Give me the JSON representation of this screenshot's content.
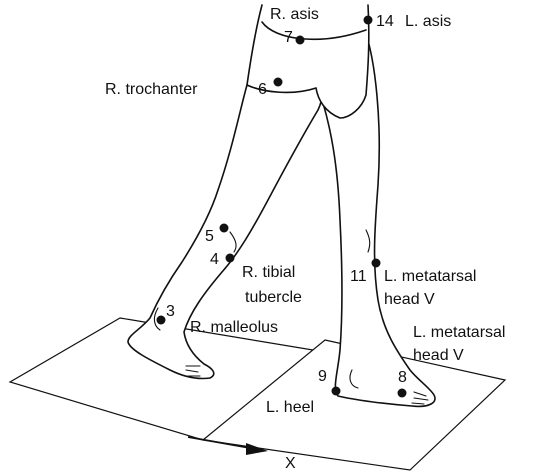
{
  "labels": {
    "r_asis": "R. asis",
    "l_asis": "L. asis",
    "r_trochanter": "R. trochanter",
    "r_tibial_tubercle_1": "R. tibial",
    "r_tibial_tubercle_2": "tubercle",
    "r_malleolus": "R. malleolus",
    "l_metatarsal_1_line1": "L. metatarsal",
    "l_metatarsal_1_line2": "head V",
    "l_metatarsal_2_line1": "L. metatarsal",
    "l_metatarsal_2_line2": "head V",
    "l_heel": "L. heel",
    "axis_x": "X"
  },
  "markers": {
    "m3": "3",
    "m4": "4",
    "m5": "5",
    "m6": "6",
    "m7": "7",
    "m8": "8",
    "m9": "9",
    "m11": "11",
    "m14": "14"
  }
}
